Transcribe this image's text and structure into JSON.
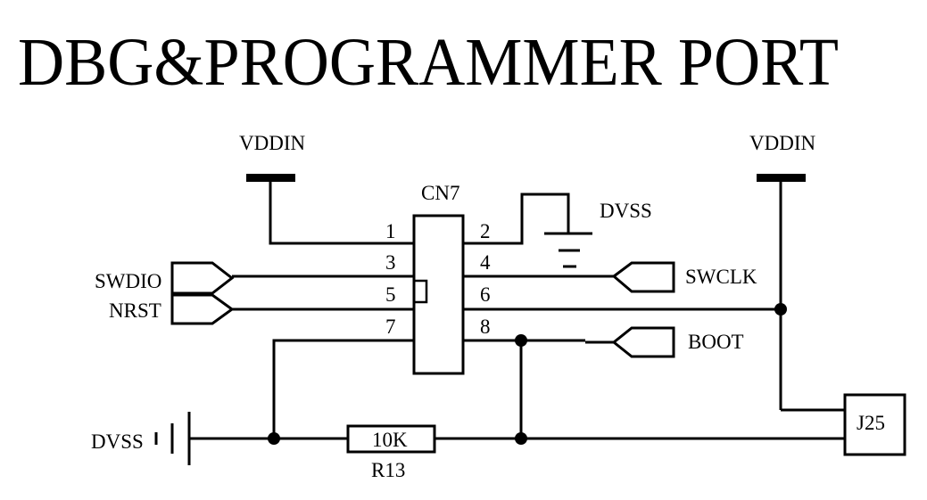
{
  "title": "DBG&PROGRAMMER PORT",
  "connector": {
    "ref": "CN7",
    "pins": [
      "1",
      "2",
      "3",
      "4",
      "5",
      "6",
      "7",
      "8"
    ]
  },
  "power": {
    "vddin_left": "VDDIN",
    "vddin_right": "VDDIN",
    "dvss_top": "DVSS",
    "dvss_bottom": "DVSS"
  },
  "signals": {
    "swdio": "SWDIO",
    "nrst": "NRST",
    "swclk": "SWCLK",
    "boot": "BOOT"
  },
  "resistor": {
    "value": "10K",
    "ref": "R13"
  },
  "jumper": {
    "ref": "J25"
  }
}
